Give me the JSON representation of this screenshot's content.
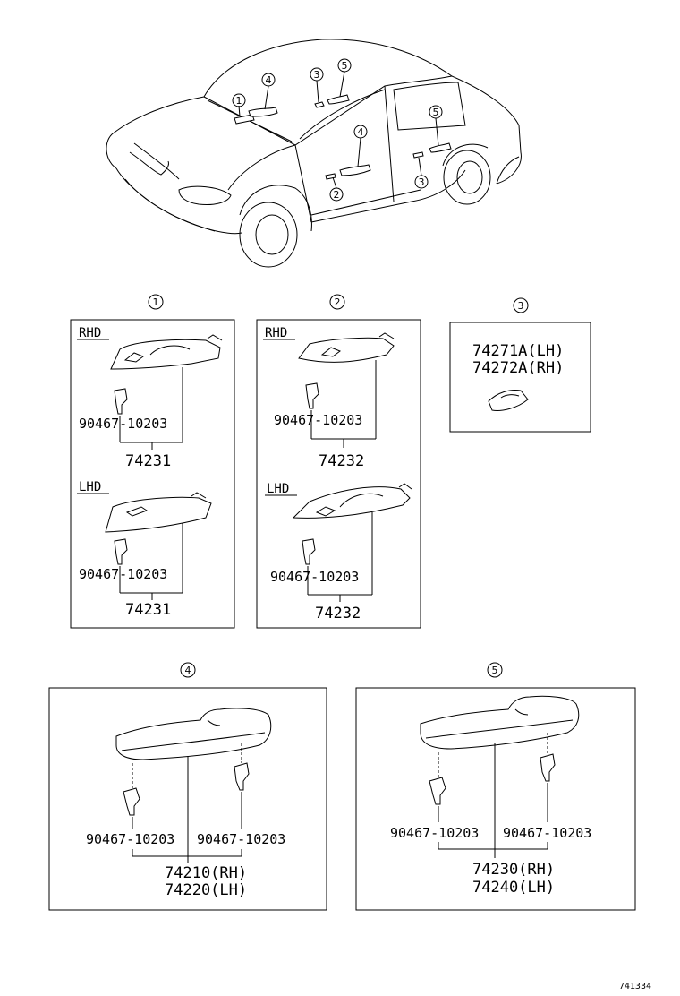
{
  "callouts": [
    "1",
    "2",
    "3",
    "4",
    "5"
  ],
  "panel1": {
    "rhd_label": "RHD",
    "lhd_label": "LHD",
    "rhd_clip": "90467-10203",
    "rhd_part": "74231",
    "lhd_clip": "90467-10203",
    "lhd_part": "74231"
  },
  "panel2": {
    "rhd_label": "RHD",
    "lhd_label": "LHD",
    "rhd_clip": "90467-10203",
    "rhd_part": "74232",
    "lhd_clip": "90467-10203",
    "lhd_part": "74232"
  },
  "panel3": {
    "part_lh": "74271A(LH)",
    "part_rh": "74272A(RH)"
  },
  "panel4": {
    "clip_left": "90467-10203",
    "clip_right": "90467-10203",
    "part_rh": "74210(RH)",
    "part_lh": "74220(LH)"
  },
  "panel5": {
    "clip_left": "90467-10203",
    "clip_right": "90467-10203",
    "part_rh": "74230(RH)",
    "part_lh": "74240(LH)"
  },
  "diagram_id": "741334"
}
